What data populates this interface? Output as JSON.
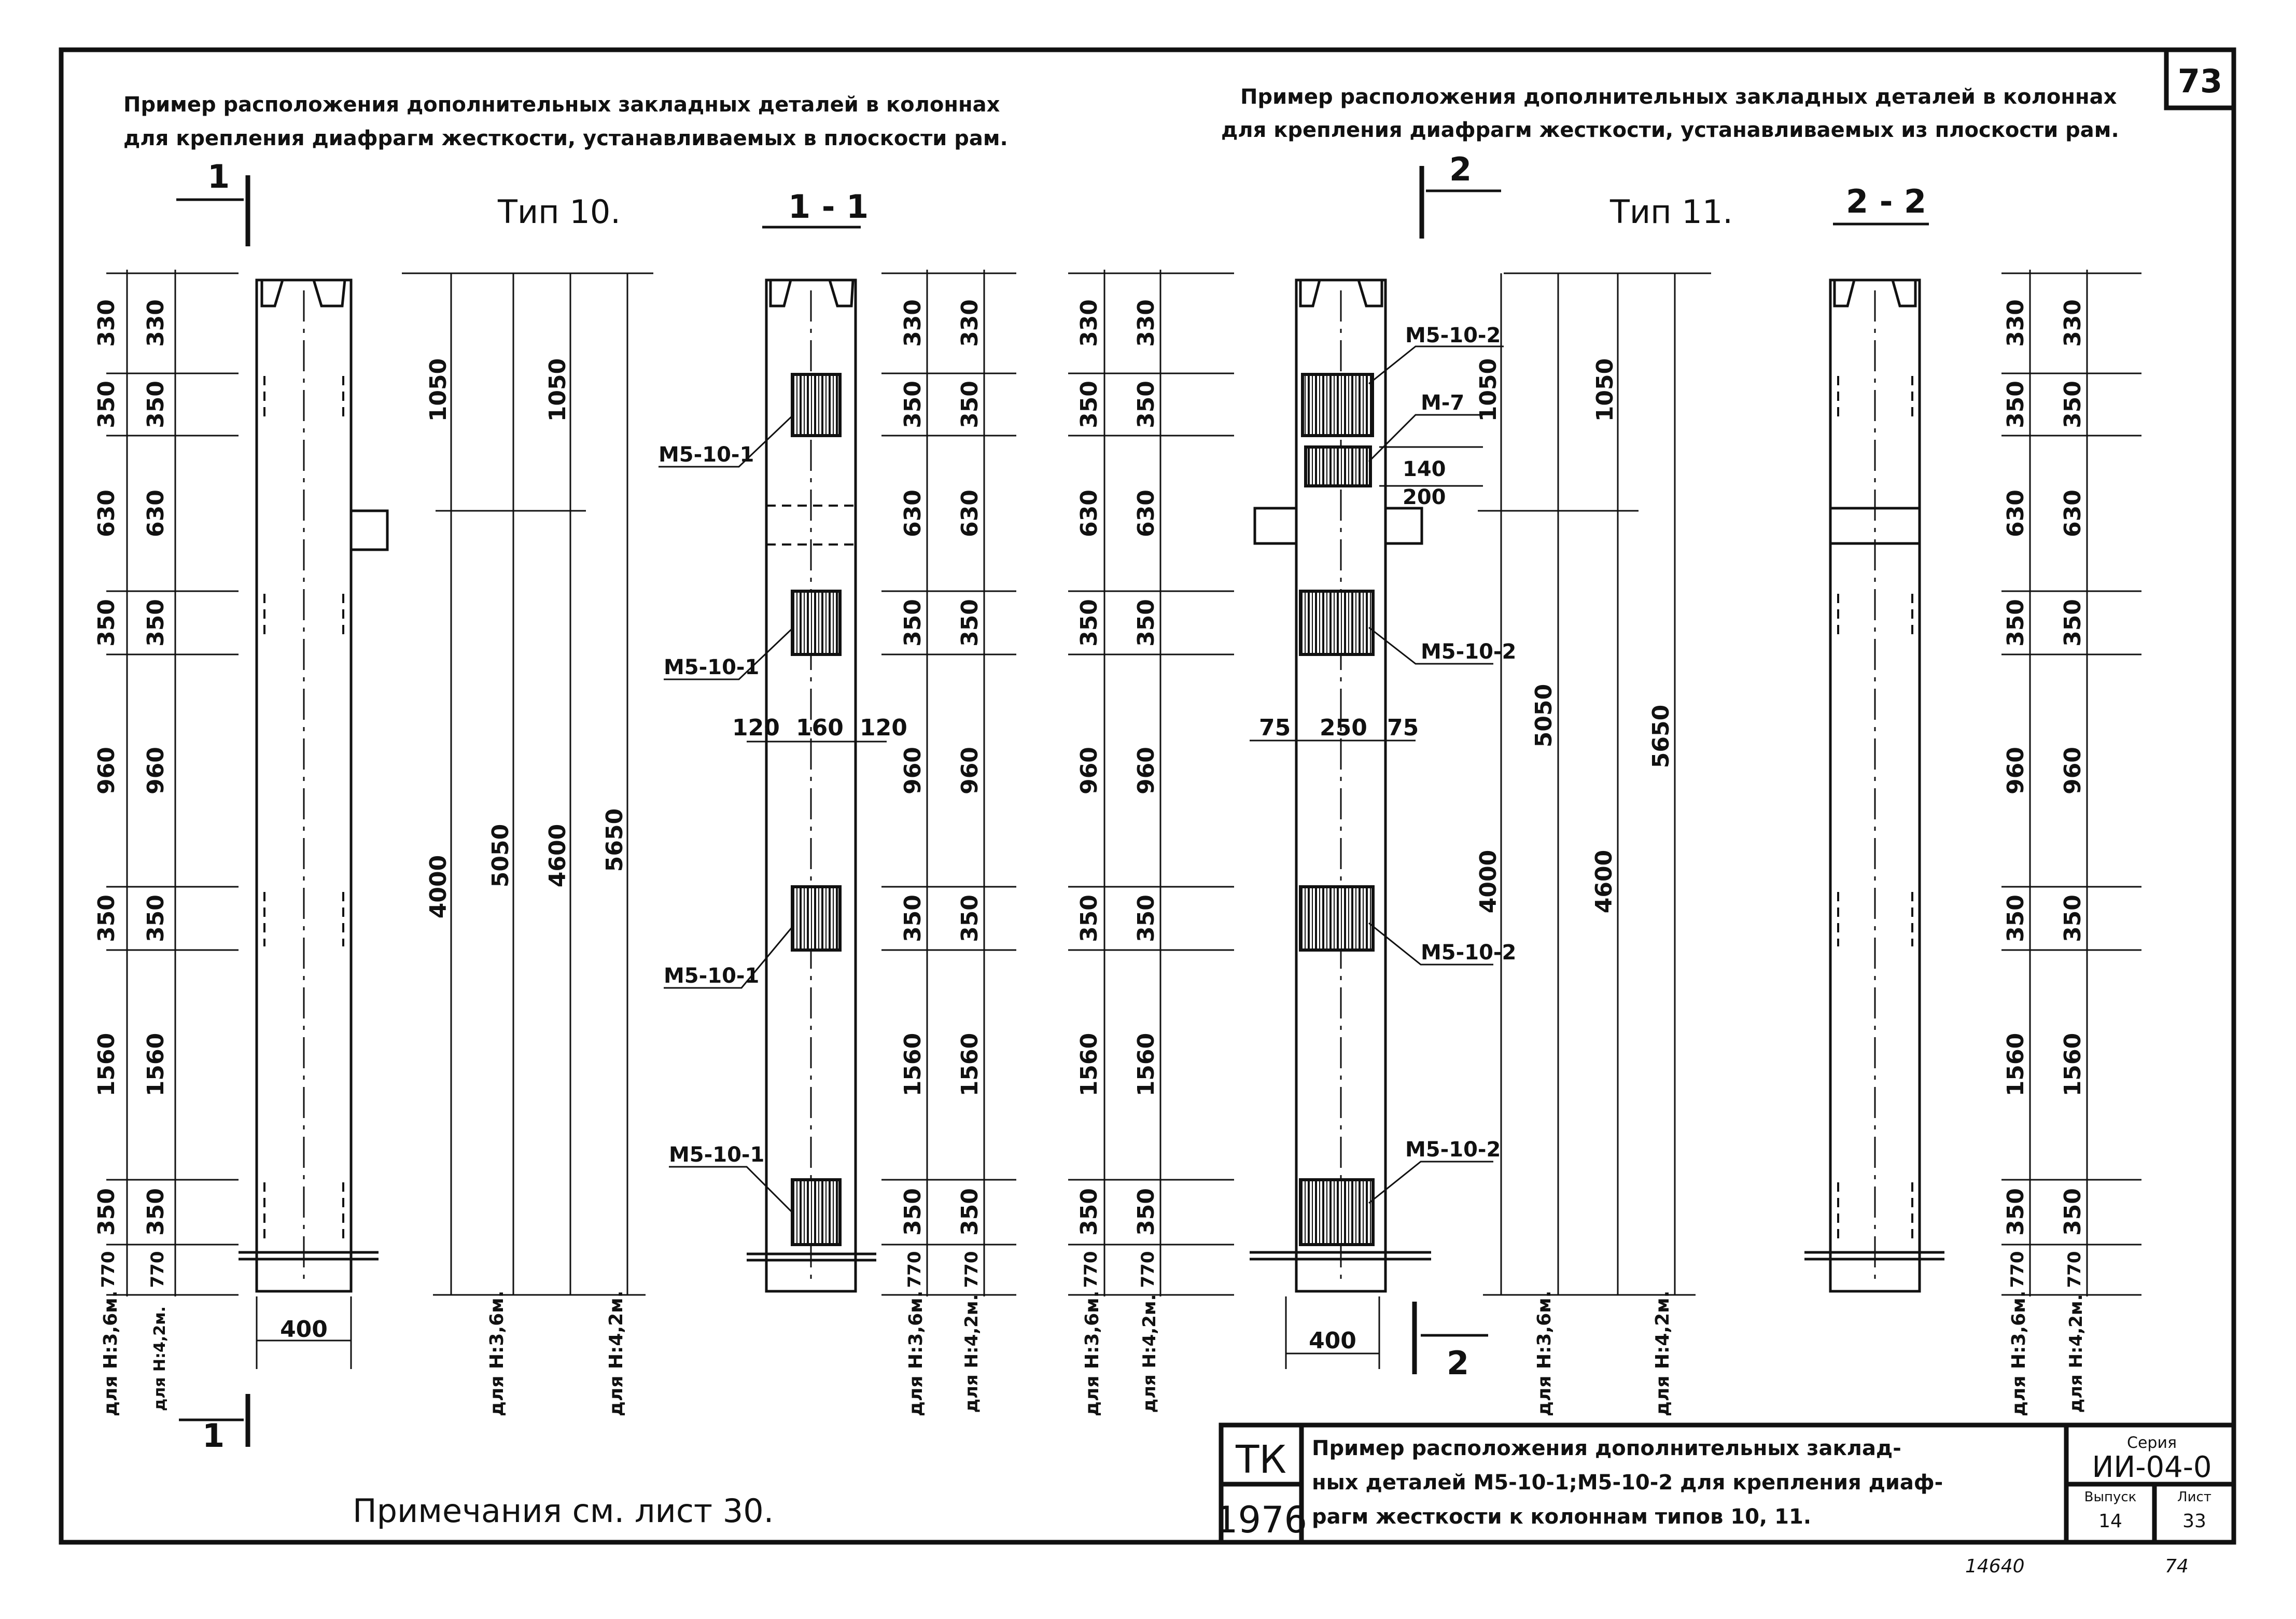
{
  "sheet_number": "73",
  "header_left": {
    "line1": "Пример расположения  дополнительных закладных деталей в колоннах",
    "line2": "для  крепления  диафрагм жесткости, устанавливаемых в плоскости  рам."
  },
  "header_right": {
    "line1": "Пример  расположения  дополнительных закладных деталей в колоннах",
    "line2": "для  крепления   диафрагм  жесткости,  устанавливаемых из плоскости рам."
  },
  "type10": {
    "title": "Тип 10.",
    "cut_mark": "1",
    "section_title": "1 - 1",
    "width_label": "400",
    "chain_h36": [
      "330",
      "350",
      "630",
      "350",
      "960",
      "350",
      "1560",
      "350",
      "770"
    ],
    "chain_h42": [
      "330",
      "350",
      "630",
      "350",
      "960",
      "350",
      "1560",
      "350",
      "770"
    ],
    "tall_dims": [
      "1050",
      "4000",
      "5050",
      "1050",
      "4600",
      "5650"
    ],
    "footnote_h36": "для  Н:3,6м.",
    "footnote_h42": "для  Н:4,2м.",
    "plate_label": "М5-10-1",
    "plate_labels": [
      "М5-10-1",
      "М5-10-1",
      "М5-10-1",
      "М5-10-1"
    ],
    "section_widths": [
      "120",
      "160",
      "120"
    ]
  },
  "type11": {
    "title": "Тип 11.",
    "cut_mark": "2",
    "section_title": "2 - 2",
    "width_label": "400",
    "plate_labels": [
      "М5-10-2",
      "М-7",
      "М5-10-2",
      "М5-10-2",
      "М5-10-2"
    ],
    "small_dims": [
      "140",
      "200"
    ],
    "section_widths": [
      "75",
      "250",
      "75"
    ],
    "tall_dims": [
      "1050",
      "5050",
      "4000",
      "1050",
      "5650",
      "4600"
    ],
    "chain_h36": [
      "330",
      "350",
      "630",
      "350",
      "960",
      "350",
      "1560",
      "350",
      "770"
    ],
    "chain_h42": [
      "330",
      "350",
      "630",
      "350",
      "960",
      "350",
      "1560",
      "350",
      "770"
    ],
    "footnote_h36": "для  Н:3,6м.",
    "footnote_h42": "для  Н:4,2м."
  },
  "note": "Примечания    см. лист 30.",
  "title_block": {
    "tk": "ТК",
    "year": "1976",
    "description_line1": "Пример  расположения  дополнительных  заклад-",
    "description_line2": "ных  деталей  М5-10-1;М5-10-2 для крепления  диаф-",
    "description_line3": "рагм  жесткости  к колоннам типов 10, 11.",
    "series_label": "Серия",
    "series_value": "ИИ-04-0",
    "issue_label": "Выпуск",
    "issue_value": "14",
    "sheet_label": "Лист",
    "sheet_value": "33"
  },
  "stamp_code": "14640",
  "stamp_page": "74"
}
